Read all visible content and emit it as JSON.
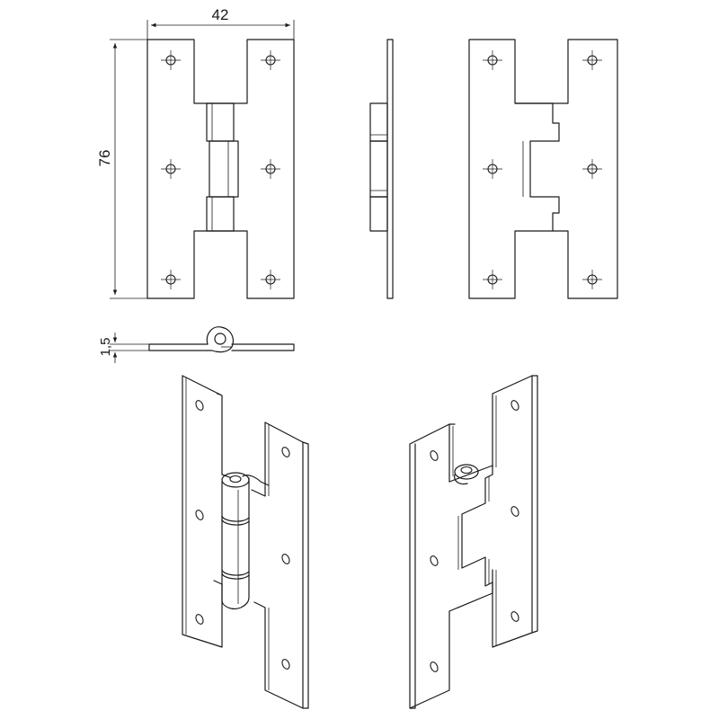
{
  "dimensions": {
    "width": "42",
    "height": "76",
    "thickness": "1,5"
  }
}
